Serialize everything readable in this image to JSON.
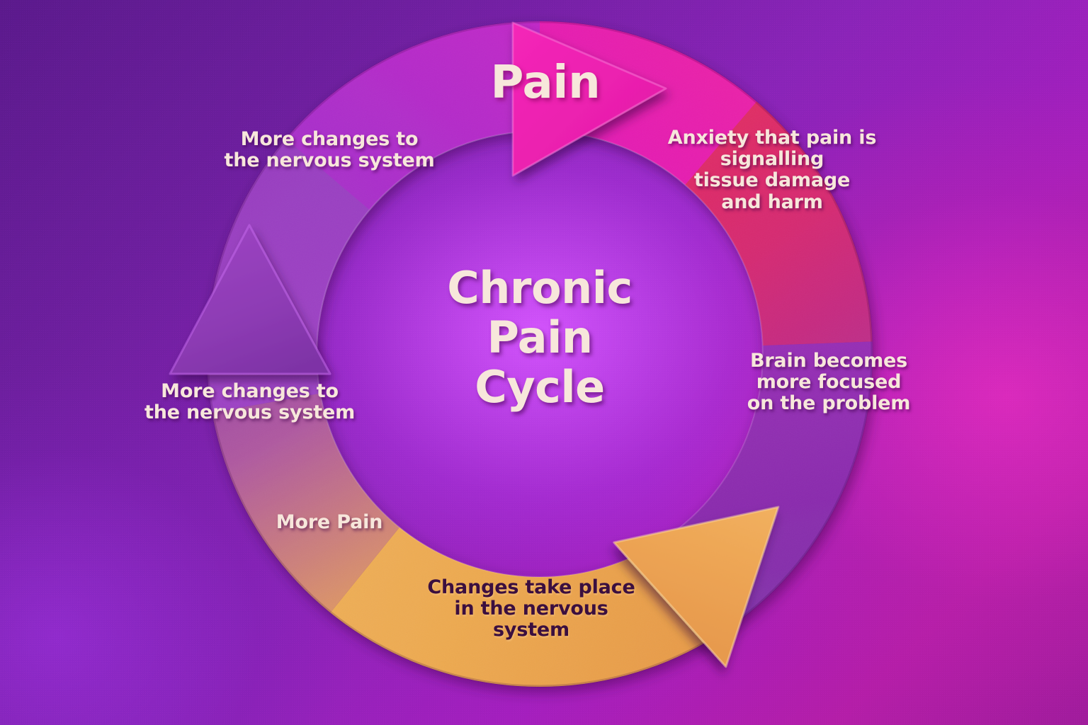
{
  "diagram": {
    "title": "Chronic\nPain\nCycle",
    "type": "cycle",
    "background_colors": {
      "top_left": "#5b1a8c",
      "center_glow": "#d656ff",
      "right": "#e22cbe",
      "bottom_right": "#a01c9c"
    },
    "center_label": {
      "text": "Chronic\nPain\nCycle",
      "color": "#f7e7db"
    },
    "steps": [
      {
        "id": "pain",
        "label": "Pain",
        "position": "top",
        "band_color": "#e81fb0",
        "text_color": "#f7e7db",
        "has_arrowhead": true,
        "arrow_color": "#ec1fb4",
        "arrow_direction": "right"
      },
      {
        "id": "anxiety",
        "label": "Anxiety that pain is\nsignalling\ntissue damage\nand harm",
        "position": "upper-right",
        "band_color": "#ef3050",
        "text_color": "#f7e7db",
        "has_arrowhead": false
      },
      {
        "id": "brain-focus",
        "label": "Brain becomes\nmore focused\non the problem",
        "position": "right",
        "band_color": "#8b2fb4",
        "text_color": "#f7e7db",
        "has_arrowhead": false
      },
      {
        "id": "nervous-system-changes",
        "label": "Changes take place\nin the nervous\nsystem",
        "position": "bottom",
        "band_color": "#eeab51",
        "text_color": "#3b0f3f",
        "has_arrowhead": true,
        "arrow_color": "#eeab51",
        "arrow_direction": "up-right"
      },
      {
        "id": "more-pain",
        "label": "More Pain",
        "position": "lower-left",
        "band_color": "#d98a6e",
        "text_color": "#f7e7db",
        "has_arrowhead": false
      },
      {
        "id": "more-changes-lower",
        "label": "More changes to\nthe nervous system",
        "position": "left",
        "band_color": "#a046c8",
        "text_color": "#f7e7db",
        "has_arrowhead": true,
        "arrow_color": "#8f3cb6",
        "arrow_direction": "up"
      },
      {
        "id": "more-changes-upper",
        "label": "More changes to\nthe nervous system",
        "position": "upper-left",
        "band_color": "#b039d0",
        "text_color": "#f7e7db",
        "has_arrowhead": false
      }
    ]
  }
}
